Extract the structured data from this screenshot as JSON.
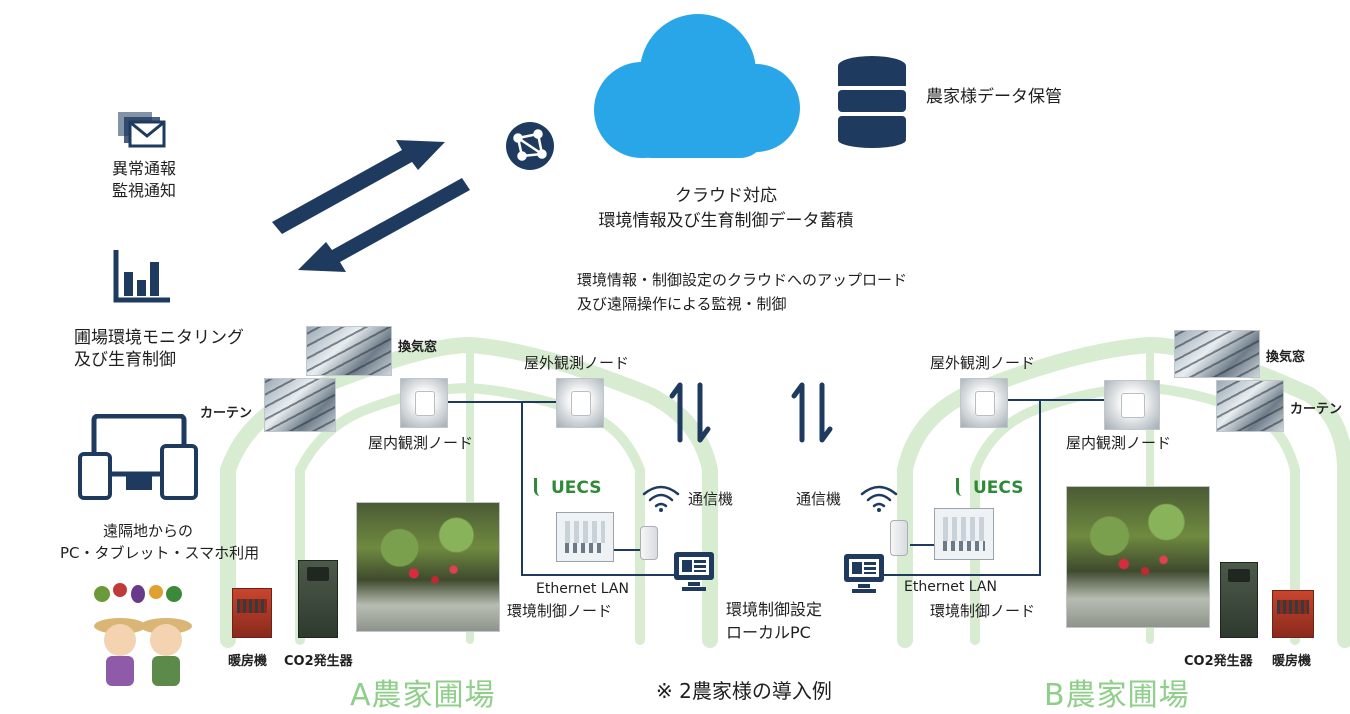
{
  "colors": {
    "navy": "#1e3a5f",
    "cloud": "#29a6e8",
    "greenhouse": "#d8ecd2",
    "farm_title": "#8fcf8a"
  },
  "icons": {
    "mail": "mail-stack-icon",
    "chart": "bar-chart-icon",
    "devices": "devices-icon",
    "globe": "globe-network-icon",
    "cloud": "cloud-icon",
    "database": "database-icon",
    "wifi": "wifi-icon",
    "monitor": "monitor-icon",
    "sync": "sync-arrows-icon"
  },
  "left_panel": {
    "alert_line1": "異常通報",
    "alert_line2": "監視通知",
    "monitor_line1": "圃場環境モニタリング",
    "monitor_line2": "及び生育制御",
    "remote_line1": "遠隔地からの",
    "remote_line2": "PC・タブレット・スマホ利用"
  },
  "cloud_section": {
    "storage_label": "農家様データ保管",
    "cloud_line1": "クラウド対応",
    "cloud_line2": "環境情報及び生育制御データ蓄積",
    "upload_line1": "環境情報・制御設定のクラウドへのアップロード",
    "upload_line2": "及び遠隔操作による監視・制御"
  },
  "farm_a": {
    "title": "A農家圃場",
    "vent": "換気窓",
    "curtain": "カーテン",
    "outdoor_node": "屋外観測ノード",
    "indoor_node": "屋内観測ノード",
    "uecs": "UECS",
    "comm": "通信機",
    "ethernet": "Ethernet LAN",
    "control_node": "環境制御ノード",
    "heater": "暖房機",
    "co2": "CO2発生器"
  },
  "farm_b": {
    "title": "B農家圃場",
    "vent": "換気窓",
    "curtain": "カーテン",
    "outdoor_node": "屋外観測ノード",
    "indoor_node": "屋内観測ノード",
    "uecs": "UECS",
    "comm": "通信機",
    "ethernet": "Ethernet LAN",
    "control_node": "環境制御ノード",
    "heater": "暖房機",
    "co2": "CO2発生器"
  },
  "center": {
    "local_pc_line1": "環境制御設定",
    "local_pc_line2": "ローカルPC",
    "footnote": "※ 2農家様の導入例"
  }
}
